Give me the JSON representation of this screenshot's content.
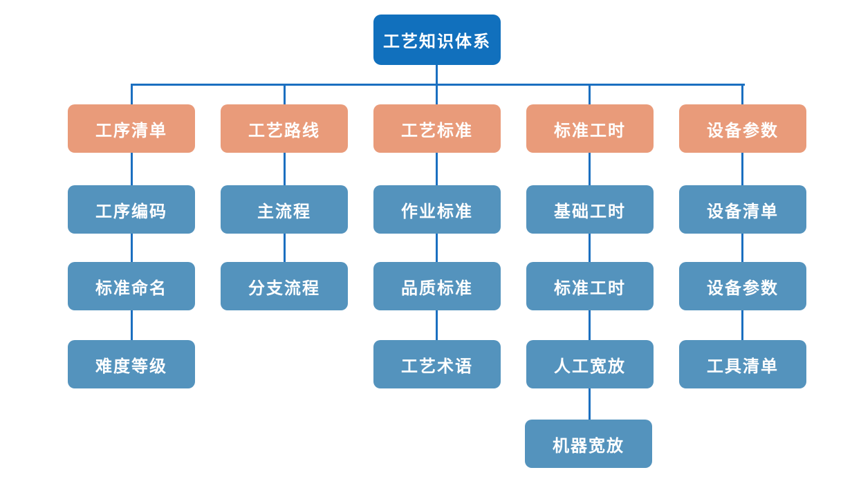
{
  "diagram": {
    "root": "工艺知识体系",
    "columns": [
      {
        "header": "工序清单",
        "children": [
          "工序编码",
          "标准命名",
          "难度等级"
        ]
      },
      {
        "header": "工艺路线",
        "children": [
          "主流程",
          "分支流程"
        ]
      },
      {
        "header": "工艺标准",
        "children": [
          "作业标准",
          "品质标准",
          "工艺术语"
        ]
      },
      {
        "header": "标准工时",
        "children": [
          "基础工时",
          "标准工时",
          "人工宽放",
          "机器宽放"
        ]
      },
      {
        "header": "设备参数",
        "children": [
          "设备清单",
          "设备参数",
          "工具清单"
        ]
      }
    ],
    "colors": {
      "root_box": "#1170bd",
      "level1_box": "#e99b7a",
      "level2_box": "#5493bd",
      "connector": "#1b6fc0",
      "text": "#ffffff",
      "background": "#ffffff"
    }
  }
}
